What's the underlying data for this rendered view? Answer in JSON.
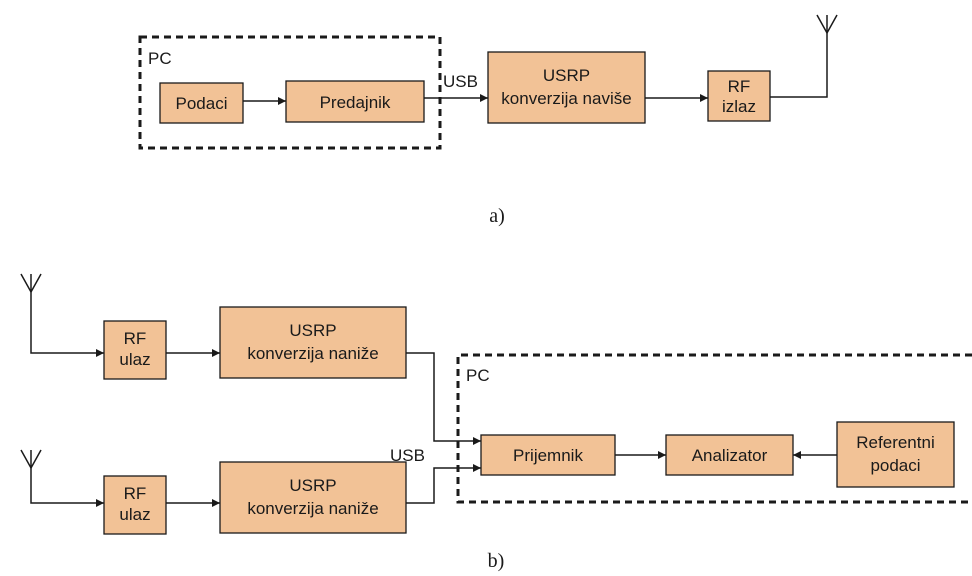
{
  "panel_a": {
    "group_label": "PC",
    "blocks": {
      "data": "Podaci",
      "transmitter": "Predajnik",
      "usrp_line1": "USRP",
      "usrp_line2": "konverzija naviše",
      "rf_line1": "RF",
      "rf_line2": "izlaz"
    },
    "link_label": "USB",
    "caption": "a)"
  },
  "panel_b": {
    "group_label": "PC",
    "branch_top": {
      "rf_line1": "RF",
      "rf_line2": "ulaz",
      "usrp_line1": "USRP",
      "usrp_line2": "konverzija naniže"
    },
    "branch_bottom": {
      "rf_line1": "RF",
      "rf_line2": "ulaz",
      "usrp_line1": "USRP",
      "usrp_line2": "konverzija naniže"
    },
    "link_label": "USB",
    "blocks": {
      "receiver": "Prijemnik",
      "analyzer": "Analizator",
      "ref_line1": "Referentni",
      "ref_line2": "podaci"
    },
    "caption": "b)"
  },
  "colors": {
    "block_fill": "#f2c296",
    "stroke": "#1a1a1a"
  }
}
